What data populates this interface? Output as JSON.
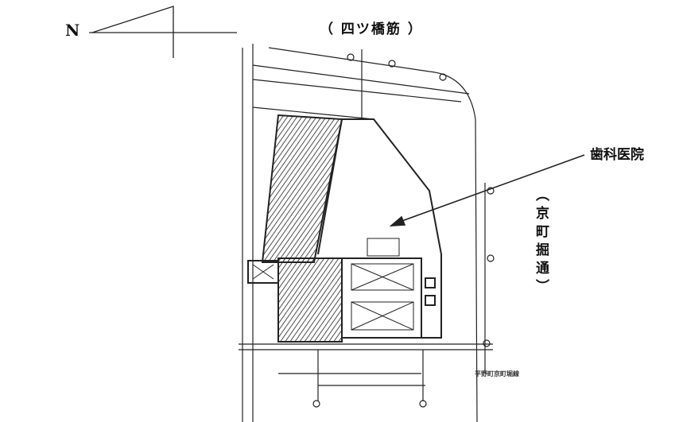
{
  "compass": {
    "north_label": "N"
  },
  "streets": {
    "top": "（ 四ツ橋筋 ）",
    "right": "（京町掘通）",
    "bottom": "平野町京町堀線"
  },
  "annotations": {
    "clinic": "歯科医院"
  }
}
